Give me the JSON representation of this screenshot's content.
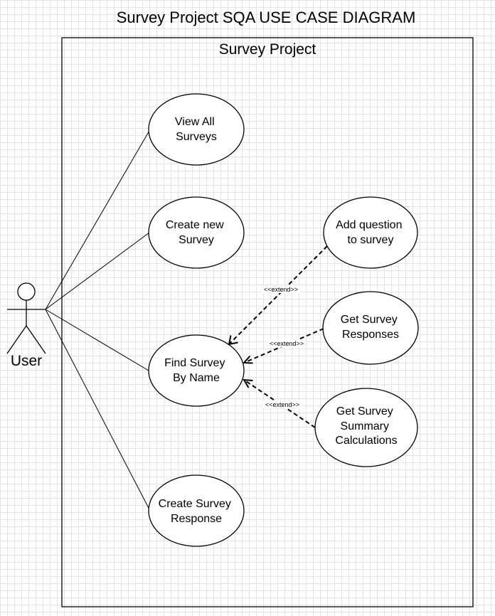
{
  "diagram": {
    "title": "Survey Project SQA USE CASE DIAGRAM",
    "system_name": "Survey Project",
    "actor": {
      "label": "User"
    },
    "use_cases": [
      {
        "id": "view_all",
        "lines": [
          "View All",
          "Surveys"
        ]
      },
      {
        "id": "create_new",
        "lines": [
          "Create new",
          "Survey"
        ]
      },
      {
        "id": "find_by_name",
        "lines": [
          "Find Survey",
          "By Name"
        ]
      },
      {
        "id": "create_response",
        "lines": [
          "Create Survey",
          "Response"
        ]
      },
      {
        "id": "add_question",
        "lines": [
          "Add question",
          "to survey"
        ]
      },
      {
        "id": "get_responses",
        "lines": [
          "Get Survey",
          "Responses"
        ]
      },
      {
        "id": "get_summary",
        "lines": [
          "Get Survey",
          "Summary",
          "Calculations"
        ]
      }
    ],
    "associations": [
      {
        "from": "actor",
        "to": "view_all"
      },
      {
        "from": "actor",
        "to": "create_new"
      },
      {
        "from": "actor",
        "to": "find_by_name"
      },
      {
        "from": "actor",
        "to": "create_response"
      }
    ],
    "extends": [
      {
        "from": "add_question",
        "to": "find_by_name",
        "label": "<<extend>>"
      },
      {
        "from": "get_responses",
        "to": "find_by_name",
        "label": "<<extend>>"
      },
      {
        "from": "get_summary",
        "to": "find_by_name",
        "label": "<<extend>>"
      }
    ]
  }
}
